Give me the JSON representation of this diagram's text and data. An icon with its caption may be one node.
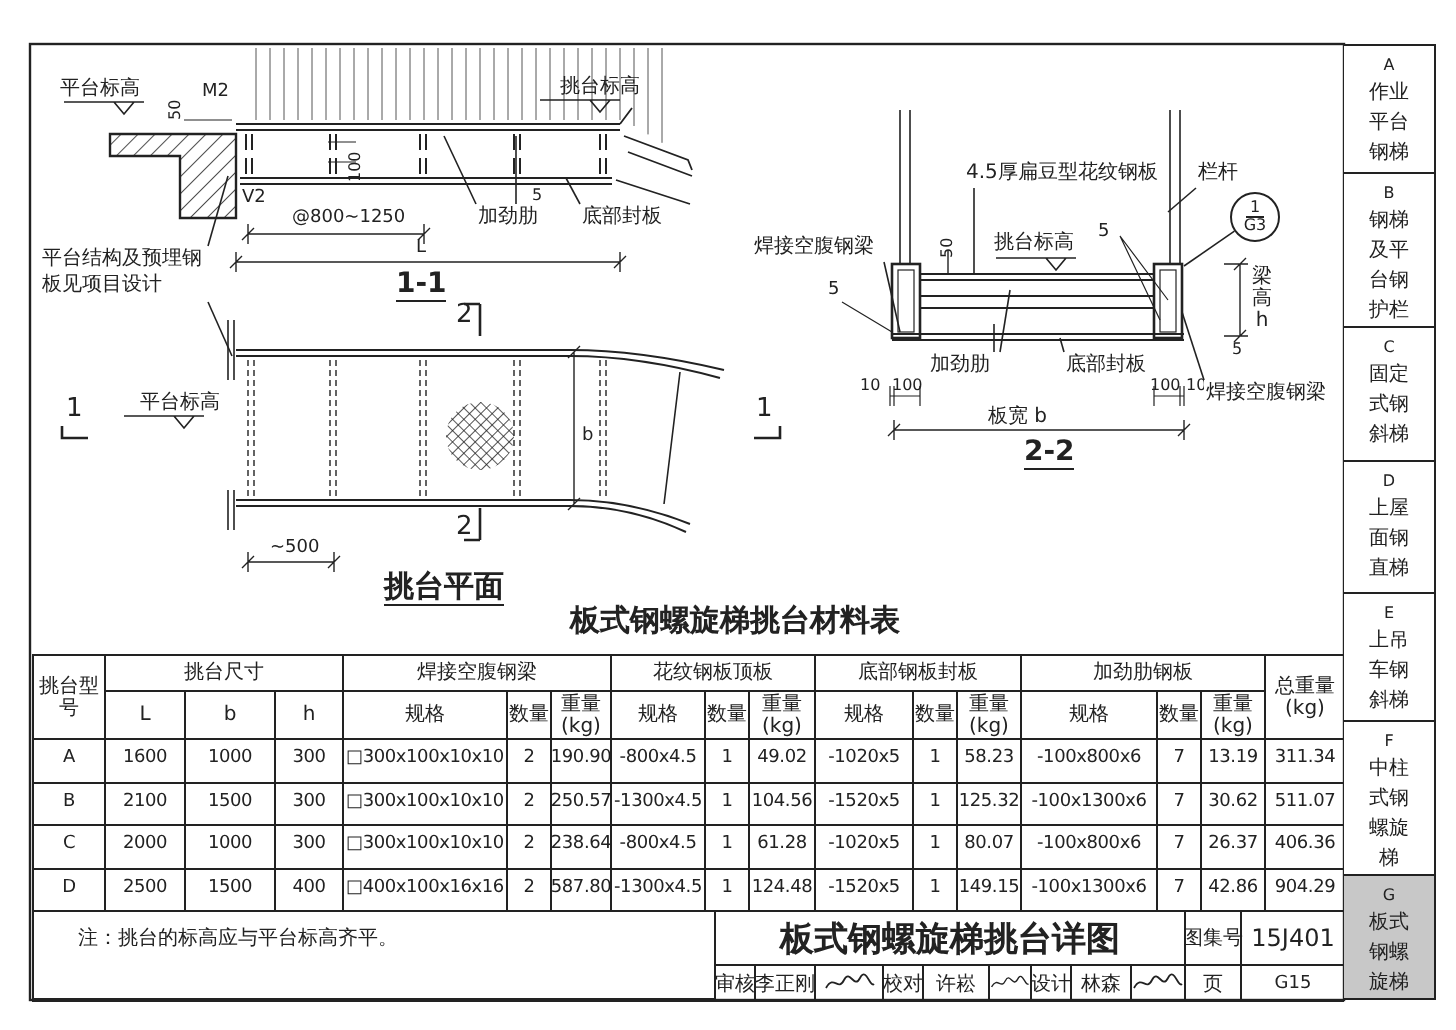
{
  "diagram": {
    "nodes": [
      {
        "text": [
          "平台结构及预埋钢板见项目设计"
        ]
      },
      {
        "text": [
          "加劲肋"
        ]
      },
      {
        "text": [
          "底部封板"
        ]
      },
      {
        "text": [
          "4.5厚扁豆型花纹钢板"
        ]
      },
      {
        "text": [
          "栏杆"
        ]
      },
      {
        "text": [
          "焊接空腹钢梁"
        ]
      },
      {
        "text": [
          "焊接空腹钢梁"
        ]
      },
      {
        "text": [
          "加劲肋"
        ]
      },
      {
        "text": [
          "底部封板"
        ]
      },
      {
        "text": [
          "1",
          "G3"
        ]
      }
    ],
    "edges": [
      {
        "from": 0,
        "to": null,
        "arrow": "none"
      },
      {
        "from": 0,
        "to": null,
        "arrow": "none"
      },
      {
        "from": 1,
        "to": null,
        "arrow": "none"
      },
      {
        "from": 1,
        "to": null,
        "arrow": "none"
      },
      {
        "from": 2,
        "to": null,
        "arrow": "none"
      },
      {
        "from": 3,
        "to": null,
        "arrow": "none"
      },
      {
        "from": 4,
        "to": null,
        "arrow": "none"
      },
      {
        "from": 5,
        "to": null,
        "arrow": "none"
      },
      {
        "from": 6,
        "to": null,
        "arrow": "none"
      },
      {
        "from": 7,
        "to": null,
        "arrow": "none"
      },
      {
        "from": 7,
        "to": null,
        "arrow": "none"
      },
      {
        "from": 8,
        "to": null,
        "arrow": "none"
      },
      {
        "from": 9,
        "to": null,
        "arrow": "none"
      }
    ],
    "labels": [
      "平台标高",
      "50",
      "M2",
      "V2",
      "100",
      "@800~1250",
      "L",
      "5",
      "挑台标高",
      "1-1",
      "2",
      "1",
      "平台标高",
      "b",
      "~500",
      "2",
      "挑台平面",
      "50",
      "挑台标高",
      "5",
      "5",
      "梁高h",
      "5",
      "10",
      "100",
      "100",
      "10",
      "板宽 b",
      "2-2",
      "1",
      "板式钢螺旋梯挑台材料表",
      "挑台型号",
      "挑台尺寸",
      "焊接空腹钢梁",
      "花纹钢板顶板",
      "底部钢板封板",
      "加劲肋钢板",
      "总重量(kg)",
      "L",
      "b",
      "h",
      "规格",
      "数量",
      "重量(kg)",
      "规格",
      "数量",
      "重量(kg)",
      "规格",
      "数量",
      "重量(kg)",
      "规格",
      "数量",
      "重量(kg)",
      "A",
      "1600",
      "1000",
      "300",
      "□300x100x10x10",
      "2",
      "190.90",
      "-800x4.5",
      "1",
      "49.02",
      "-1020x5",
      "1",
      "58.23",
      "-100x800x6",
      "7",
      "13.19",
      "311.34",
      "B",
      "2100",
      "1500",
      "300",
      "□300x100x10x10",
      "2",
      "250.57",
      "-1300x4.5",
      "1",
      "104.56",
      "-1520x5",
      "1",
      "125.32",
      "-100x1300x6",
      "7",
      "30.62",
      "511.07",
      "C",
      "2000",
      "1000",
      "300",
      "□300x100x10x10",
      "2",
      "238.64",
      "-800x4.5",
      "1",
      "61.28",
      "-1020x5",
      "1",
      "80.07",
      "-100x800x6",
      "7",
      "26.37",
      "406.36",
      "D",
      "2500",
      "1500",
      "400",
      "□400x100x16x16",
      "2",
      "587.80",
      "-1300x4.5",
      "1",
      "124.48",
      "-1520x5",
      "1",
      "149.15",
      "-100x1300x6",
      "7",
      "42.86",
      "904.29",
      "注：挑台的标高应与平台标高齐平。",
      "板式钢螺旋梯挑台详图",
      "图集号",
      "15J401",
      "审核",
      "李正刚",
      "校对",
      "许崧",
      "设计",
      "林森",
      "页",
      "G15",
      "A",
      "作业平台钢梯",
      "B",
      "钢梯及平台钢护栏",
      "C",
      "固定式钢斜梯",
      "D",
      "上屋面钢直梯",
      "E",
      "上吊车钢斜梯",
      "F",
      "中柱式钢螺旋梯",
      "G",
      "板式钢螺旋梯"
    ]
  }
}
